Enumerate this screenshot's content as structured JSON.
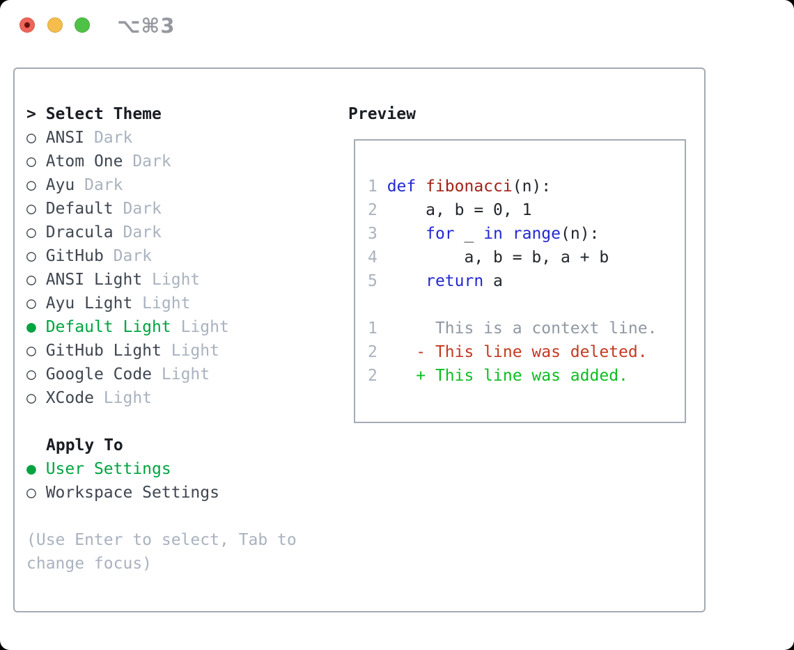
{
  "window": {
    "shortcut_label": "⌥⌘3"
  },
  "colors": {
    "accent-green": "#00a440",
    "added-green": "#0cbe21",
    "deleted-red": "#c43a20",
    "function-red": "#a32117",
    "keyword-blue": "#2328d2",
    "muted-gray": "#a9b2bf",
    "context-gray": "#8f99a3",
    "text-dark": "#3f4650",
    "heading-black": "#1a1d23",
    "code-black": "#22252b",
    "border-gray": "#a3abb5",
    "traffic-red": "#f0655a",
    "traffic-yellow": "#f4bd4c",
    "traffic-green": "#50c147"
  },
  "theme_selector": {
    "header_marker": ">",
    "header": "Select Theme",
    "marker_unselected": "○",
    "marker_selected": "●",
    "items": [
      {
        "name": "ANSI",
        "variant": "Dark",
        "selected": false
      },
      {
        "name": "Atom One",
        "variant": "Dark",
        "selected": false
      },
      {
        "name": "Ayu",
        "variant": "Dark",
        "selected": false
      },
      {
        "name": "Default",
        "variant": "Dark",
        "selected": false
      },
      {
        "name": "Dracula",
        "variant": "Dark",
        "selected": false
      },
      {
        "name": "GitHub",
        "variant": "Dark",
        "selected": false
      },
      {
        "name": "ANSI Light",
        "variant": "Light",
        "selected": false
      },
      {
        "name": "Ayu Light",
        "variant": "Light",
        "selected": false
      },
      {
        "name": "Default Light",
        "variant": "Light",
        "selected": true
      },
      {
        "name": "GitHub Light",
        "variant": "Light",
        "selected": false
      },
      {
        "name": "Google Code",
        "variant": "Light",
        "selected": false
      },
      {
        "name": "XCode",
        "variant": "Light",
        "selected": false
      }
    ]
  },
  "apply_to": {
    "header": "Apply To",
    "options": [
      {
        "label": "User Settings",
        "selected": true
      },
      {
        "label": "Workspace Settings",
        "selected": false
      }
    ]
  },
  "help_lines": [
    "(Use Enter to select, Tab to",
    "change focus)"
  ],
  "preview": {
    "title": "Preview",
    "lines": [
      {
        "num": "1",
        "segs": [
          {
            "t": "def ",
            "c": "kw"
          },
          {
            "t": "fibonacci",
            "c": "fn"
          },
          {
            "t": "(n):",
            "c": "plain"
          }
        ]
      },
      {
        "num": "2",
        "segs": [
          {
            "t": "    a, b = 0, 1",
            "c": "plain"
          }
        ]
      },
      {
        "num": "3",
        "segs": [
          {
            "t": "    ",
            "c": "plain"
          },
          {
            "t": "for",
            "c": "kw"
          },
          {
            "t": " _ ",
            "c": "plain"
          },
          {
            "t": "in",
            "c": "kw"
          },
          {
            "t": " ",
            "c": "plain"
          },
          {
            "t": "range",
            "c": "kw"
          },
          {
            "t": "(n):",
            "c": "plain"
          }
        ]
      },
      {
        "num": "4",
        "segs": [
          {
            "t": "        a, b = b, a + b",
            "c": "plain"
          }
        ]
      },
      {
        "num": "5",
        "segs": [
          {
            "t": "    ",
            "c": "plain"
          },
          {
            "t": "return",
            "c": "kw"
          },
          {
            "t": " a",
            "c": "plain"
          }
        ]
      },
      {
        "num": "",
        "segs": []
      },
      {
        "num": "1",
        "segs": [
          {
            "t": "     This is a context line.",
            "c": "ctx"
          }
        ]
      },
      {
        "num": "2",
        "segs": [
          {
            "t": "   - This line was deleted.",
            "c": "del"
          }
        ]
      },
      {
        "num": "2",
        "segs": [
          {
            "t": "   + This line was added.",
            "c": "add"
          }
        ]
      }
    ]
  }
}
